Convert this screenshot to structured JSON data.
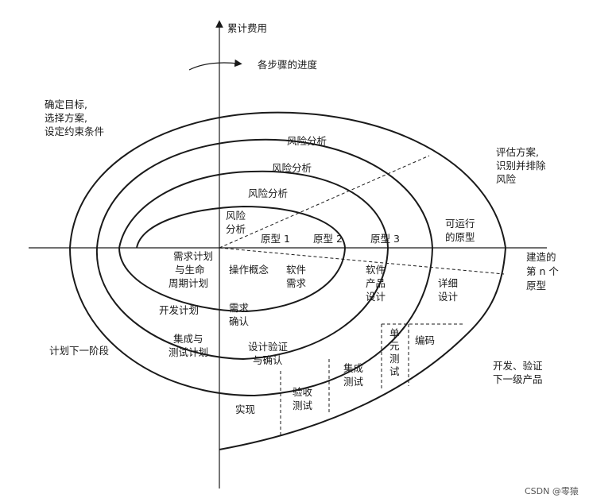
{
  "axes": {
    "y_label": "累计费用",
    "x_label": [
      "建造的",
      "第 n 个",
      "原型"
    ],
    "progress_label": "各步骤的进度"
  },
  "quadrants": {
    "top_left": [
      "确定目标,",
      "选择方案,",
      "设定约束条件"
    ],
    "top_right": [
      "评估方案,",
      "识别并排除",
      "风险"
    ],
    "bottom_left": "计划下一阶段",
    "bottom_right": [
      "开发、验证",
      "下一级产品"
    ]
  },
  "risk_analysis": [
    "风险分析",
    "风险分析",
    "风险分析",
    "风险",
    "分析"
  ],
  "prototypes": [
    "原型 1",
    "原型 2",
    "原型 3",
    "可运行",
    "的原型"
  ],
  "planning": {
    "req_plan": [
      "需求计划",
      "与生命",
      "周期计划"
    ],
    "dev_plan": "开发计划",
    "integ_plan": [
      "集成与",
      "测试计划"
    ]
  },
  "development": {
    "concept": "操作概念",
    "sw_req": [
      "软件",
      "需求"
    ],
    "req_confirm": [
      "需求",
      "确认"
    ],
    "product_design": [
      "软件",
      "产品",
      "设计"
    ],
    "design_verify": [
      "设计验证",
      "与确认"
    ],
    "detail_design": [
      "详细",
      "设计"
    ],
    "unit_test": [
      "单",
      "元",
      "测",
      "试"
    ],
    "coding": "编码",
    "integ_test": [
      "集成",
      "测试"
    ],
    "accept_test": [
      "验收",
      "测试"
    ],
    "implement": "实现"
  },
  "watermark": "CSDN @零猿"
}
